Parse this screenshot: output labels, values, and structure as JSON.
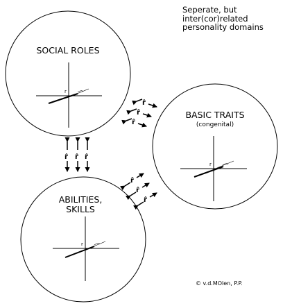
{
  "caption": {
    "line1": "Seperate, but",
    "line2": "inter(cor)related",
    "line3": "personality domains"
  },
  "domains": {
    "social_roles": {
      "title": "SOCIAL ROLES"
    },
    "basic_traits": {
      "title": "BASIC TRAITS",
      "subtitle": "(congenital)"
    },
    "abilities_skills": {
      "title_line1": "ABILITIES,",
      "title_line2": "SKILLS"
    }
  },
  "axis_labels": {
    "r": "r",
    "r_hat": "r̂"
  },
  "copyright": "© v.d.MOlen, P.P."
}
